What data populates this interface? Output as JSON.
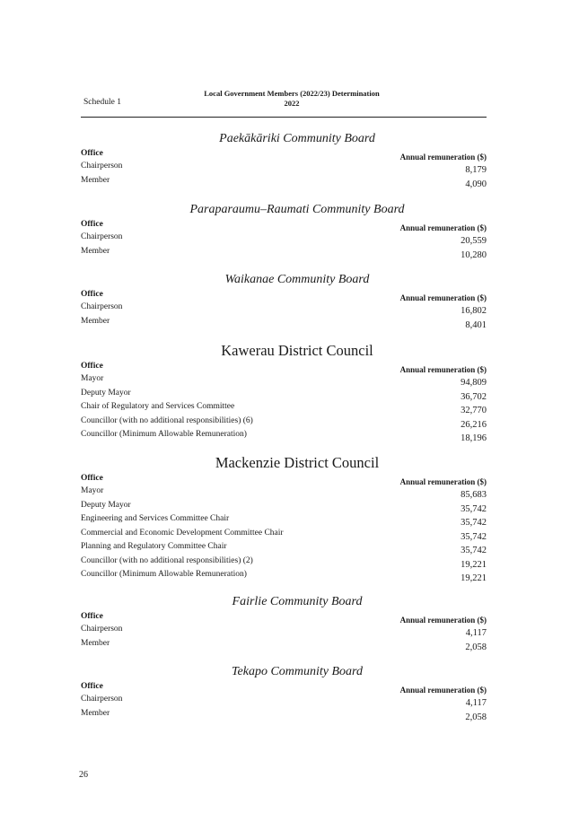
{
  "header": {
    "schedule": "Schedule 1",
    "title_line1": "Local Government Members (2022/23) Determination",
    "title_line2": "2022"
  },
  "office_label": "Office",
  "remuneration_label": "Annual remuneration ($)",
  "sections": [
    {
      "title": "Paekākāriki Community Board",
      "rows": [
        {
          "office": "Chairperson",
          "amount": "8,179"
        },
        {
          "office": "Member",
          "amount": "4,090"
        }
      ]
    },
    {
      "title": "Paraparaumu–Raumati Community Board",
      "rows": [
        {
          "office": "Chairperson",
          "amount": "20,559"
        },
        {
          "office": "Member",
          "amount": "10,280"
        }
      ]
    },
    {
      "title": "Waikanae Community Board",
      "rows": [
        {
          "office": "Chairperson",
          "amount": "16,802"
        },
        {
          "office": "Member",
          "amount": "8,401"
        }
      ]
    },
    {
      "title": "Kawerau District Council",
      "rows": [
        {
          "office": "Mayor",
          "amount": "94,809"
        },
        {
          "office": "Deputy Mayor",
          "amount": "36,702"
        },
        {
          "office": "Chair of Regulatory and Services Committee",
          "amount": "32,770"
        },
        {
          "office": "Councillor (with no additional responsibilities) (6)",
          "amount": "26,216"
        },
        {
          "office": "Councillor (Minimum Allowable Remuneration)",
          "amount": "18,196"
        }
      ]
    },
    {
      "title": "Mackenzie District Council",
      "rows": [
        {
          "office": "Mayor",
          "amount": "85,683"
        },
        {
          "office": "Deputy Mayor",
          "amount": "35,742"
        },
        {
          "office": "Engineering and Services Committee Chair",
          "amount": "35,742"
        },
        {
          "office": "Commercial and Economic Development Committee Chair",
          "amount": "35,742"
        },
        {
          "office": "Planning and Regulatory Committee Chair",
          "amount": "35,742"
        },
        {
          "office": "Councillor (with no additional responsibilities) (2)",
          "amount": "19,221"
        },
        {
          "office": "Councillor (Minimum Allowable Remuneration)",
          "amount": "19,221"
        }
      ]
    },
    {
      "title": "Fairlie Community Board",
      "rows": [
        {
          "office": "Chairperson",
          "amount": "4,117"
        },
        {
          "office": "Member",
          "amount": "2,058"
        }
      ]
    },
    {
      "title": "Tekapo Community Board",
      "rows": [
        {
          "office": "Chairperson",
          "amount": "4,117"
        },
        {
          "office": "Member",
          "amount": "2,058"
        }
      ]
    }
  ],
  "page_number": "26"
}
